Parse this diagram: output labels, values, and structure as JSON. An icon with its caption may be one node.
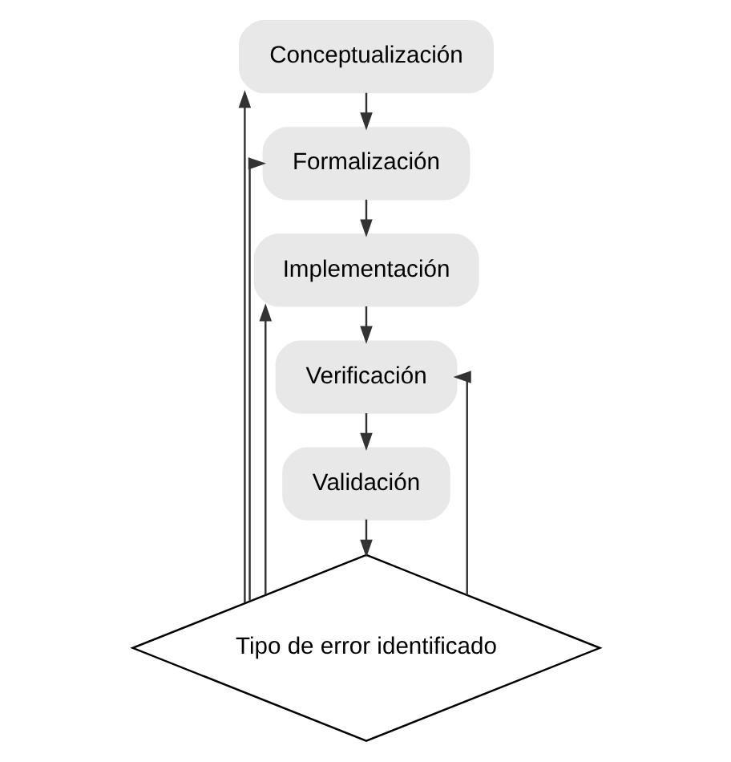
{
  "diagram": {
    "nodes": [
      {
        "text": [
          "Conceptualización"
        ]
      },
      {
        "text": [
          "Formalización"
        ]
      },
      {
        "text": [
          "Implementación"
        ]
      },
      {
        "text": [
          "Verificación"
        ]
      },
      {
        "text": [
          "Validación"
        ]
      },
      {
        "text": [
          "Tipo de error identificado"
        ]
      }
    ],
    "edges": [
      {
        "from": 0,
        "to": 1,
        "arrow": "to"
      },
      {
        "from": 1,
        "to": 2,
        "arrow": "to"
      },
      {
        "from": 2,
        "to": 3,
        "arrow": "to"
      },
      {
        "from": 3,
        "to": 4,
        "arrow": "to"
      },
      {
        "from": 4,
        "to": 5,
        "arrow": "to"
      },
      {
        "from": 5,
        "to": 0,
        "arrow": "to"
      },
      {
        "from": 5,
        "to": 1,
        "arrow": "to"
      },
      {
        "from": 5,
        "to": 2,
        "arrow": "to"
      },
      {
        "from": 5,
        "to": 3,
        "arrow": "to"
      }
    ]
  }
}
